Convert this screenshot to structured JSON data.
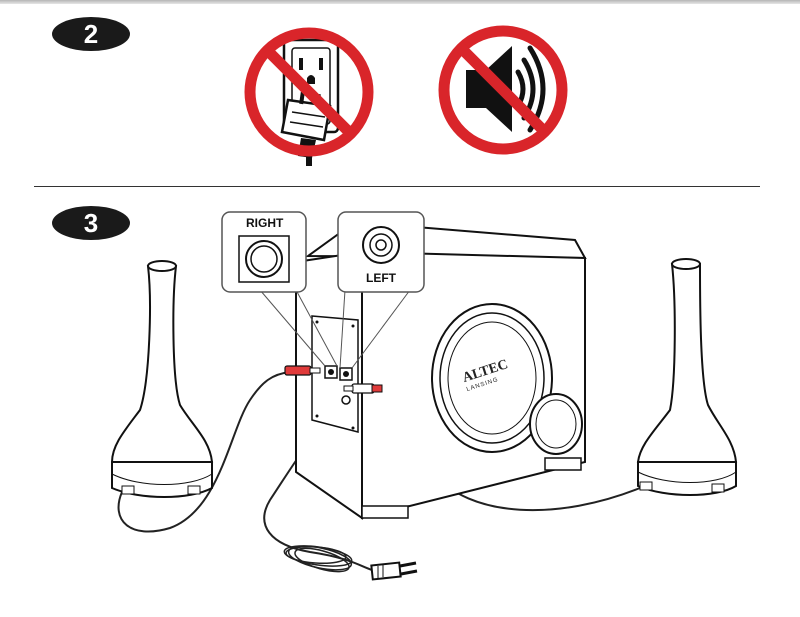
{
  "steps": [
    {
      "number": "2"
    },
    {
      "number": "3"
    }
  ],
  "callouts": {
    "right_label": "RIGHT",
    "left_label": "LEFT"
  },
  "subwoofer": {
    "brand": "ALTEC",
    "brand_sub": "LANSING"
  },
  "icons": {
    "no_power": "no-plug-icon",
    "no_sound": "mute-speaker-icon"
  },
  "colors": {
    "prohibition_red": "#d9252a",
    "badge_black": "#1a1a1a",
    "rca_red": "#e03a3a"
  }
}
